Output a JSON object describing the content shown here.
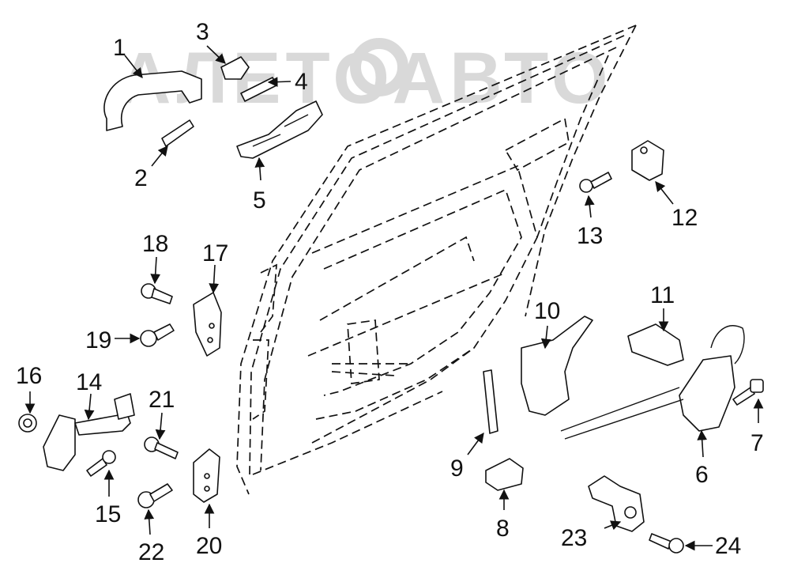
{
  "watermark": {
    "text": "АЛЕТОАВТО"
  },
  "callouts": [
    "1",
    "2",
    "3",
    "4",
    "5",
    "6",
    "7",
    "8",
    "9",
    "10",
    "11",
    "12",
    "13",
    "14",
    "15",
    "16",
    "17",
    "18",
    "19",
    "20",
    "21",
    "22",
    "23",
    "24"
  ],
  "colors": {
    "line": "#111111",
    "watermark": "#d9d9d9",
    "background": "#ffffff"
  }
}
